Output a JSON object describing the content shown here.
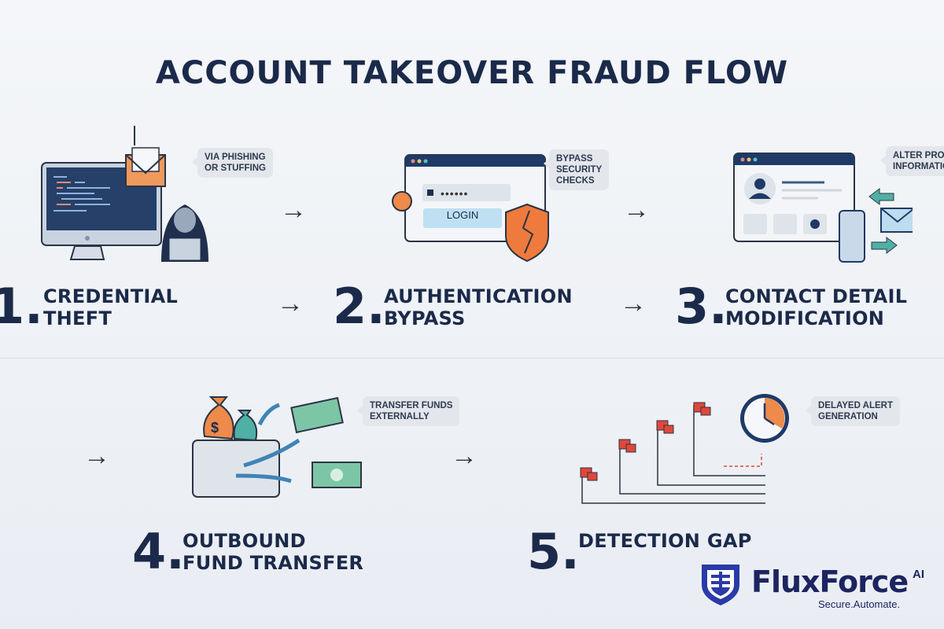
{
  "title": "ACCOUNT TAKEOVER FRAUD FLOW",
  "steps": [
    {
      "number": "1.",
      "line1": "CREDENTIAL",
      "line2": "THEFT",
      "callout": [
        "VIA PHISHING",
        "OR STUFFING"
      ],
      "icons": [
        "monitor-icon",
        "phishing-email-icon",
        "hooded-hacker-icon"
      ]
    },
    {
      "number": "2.",
      "line1": "AUTHENTICATION",
      "line2": "BYPASS",
      "callout": [
        "BYPASS",
        "SECURITY",
        "CHECKS"
      ],
      "login_button": "LOGIN",
      "password_mask": "••••••",
      "icons": [
        "login-window-icon",
        "lock-icon",
        "broken-shield-icon"
      ]
    },
    {
      "number": "3.",
      "line1": "CONTACT DETAIL",
      "line2": "MODIFICATION",
      "callout": [
        "ALTER PROFILE",
        "INFORMATION"
      ],
      "icons": [
        "profile-window-icon",
        "phone-icon",
        "envelope-icon"
      ]
    },
    {
      "number": "4.",
      "line1": "OUTBOUND",
      "line2": "FUND TRANSFER",
      "callout": [
        "TRANSFER FUNDS",
        "EXTERNALLY"
      ],
      "money_symbol": "$",
      "icons": [
        "money-bag-icon",
        "wallet-icon",
        "banknote-icon"
      ]
    },
    {
      "number": "5.",
      "line1": "DETECTION GAP",
      "line2": "",
      "callout": [
        "DELAYED ALERT",
        "GENERATION"
      ],
      "icons": [
        "flag-icon",
        "clock-icon"
      ]
    }
  ],
  "arrow_glyph": "→",
  "brand": {
    "name": "FluxForce",
    "superscript": "AI",
    "tagline": "Secure.Automate."
  },
  "colors": {
    "navy": "#1b2a4a",
    "orange": "#ee8a4a",
    "teal": "#4fb0a5",
    "red": "#e0473a",
    "brand": "#1d2461"
  }
}
